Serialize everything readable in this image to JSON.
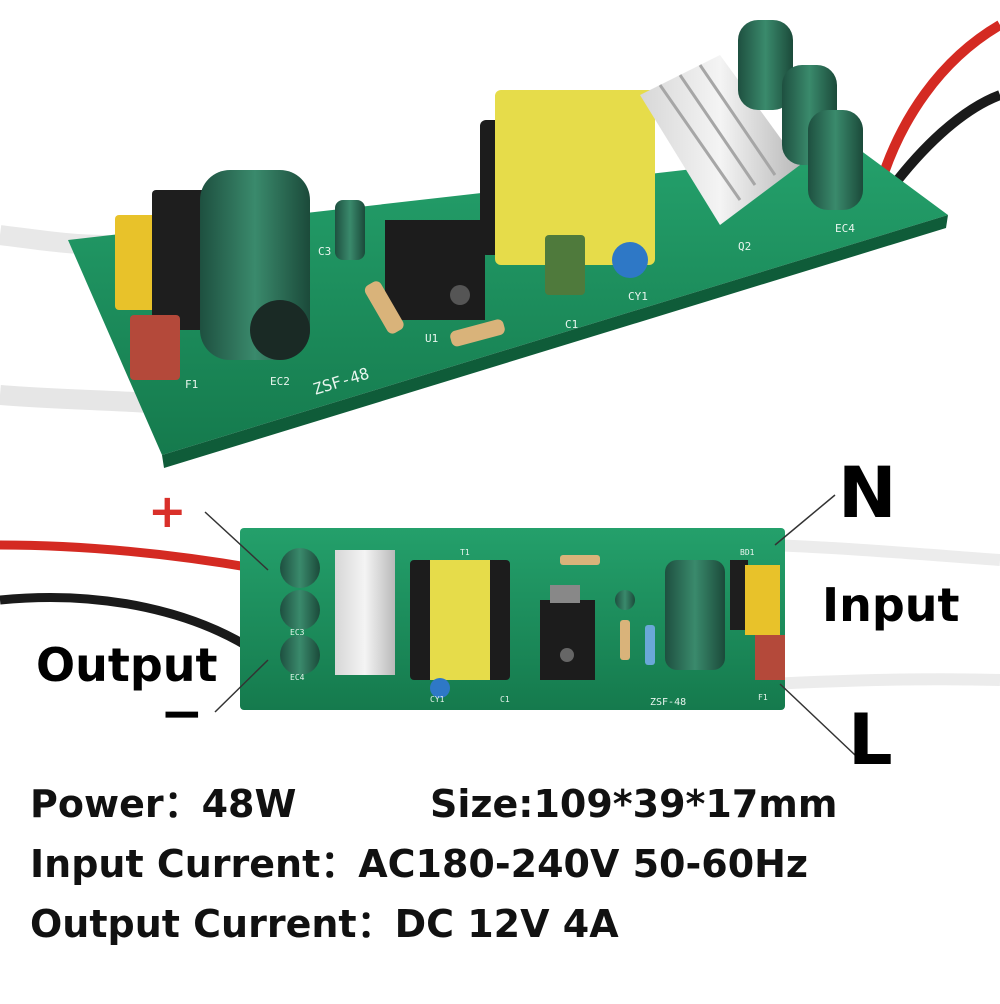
{
  "top_board": {
    "silk_model": "ZSF-48",
    "silk_labels": [
      "EC2",
      "C3",
      "U1",
      "C1",
      "CY1",
      "Q2",
      "EC4",
      "F1"
    ]
  },
  "bottom_board": {
    "silk_model": "ZSF-48",
    "silk_labels": [
      "EC3",
      "EC4",
      "T1",
      "CY1",
      "C1",
      "BD1",
      "F1"
    ]
  },
  "labels": {
    "plus": "+",
    "minus": "−",
    "output": "Output",
    "input": "Input",
    "neutral": "N",
    "live": "L"
  },
  "specs": {
    "power": "Power：48W",
    "size": "Size:109*39*17mm",
    "input_current": "Input Current：AC180-240V 50-60Hz",
    "output_current": "Output Current：DC 12V  4A"
  },
  "colors": {
    "pcb": "#1f8f5f",
    "transformer": "#e6dc4a",
    "capacitor": "#2f6a55",
    "plus_red": "#d9302a",
    "wire_red": "#d42a22",
    "wire_black": "#1a1a1a"
  }
}
